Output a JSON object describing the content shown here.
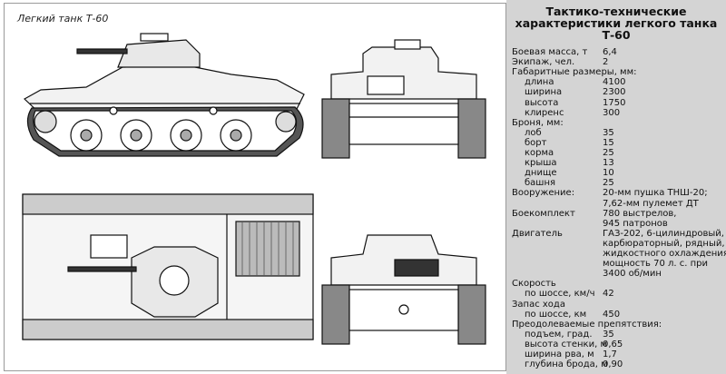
{
  "drawing": {
    "caption": "Легкий танк Т-60"
  },
  "specs": {
    "title_lines": [
      "Тактико-технические",
      "характеристики легкого танка",
      "Т-60"
    ],
    "rows": [
      {
        "label": "Боевая масса, т",
        "value": "6,4"
      },
      {
        "label": "Экипаж, чел.",
        "value": "2"
      },
      {
        "label": "Габаритные размеры, мм:",
        "value": ""
      },
      {
        "label": "длина",
        "value": "4100",
        "sub": true
      },
      {
        "label": "ширина",
        "value": "2300",
        "sub": true
      },
      {
        "label": "высота",
        "value": "1750",
        "sub": true
      },
      {
        "label": "клиренс",
        "value": "300",
        "sub": true
      },
      {
        "label": "Броня, мм:",
        "value": ""
      },
      {
        "label": "лоб",
        "value": "35",
        "sub": true
      },
      {
        "label": "борт",
        "value": "15",
        "sub": true
      },
      {
        "label": "корма",
        "value": "25",
        "sub": true
      },
      {
        "label": "крыша",
        "value": "13",
        "sub": true
      },
      {
        "label": "днище",
        "value": "10",
        "sub": true
      },
      {
        "label": "башня",
        "value": "25",
        "sub": true
      },
      {
        "label": "Вооружение:",
        "value": "20-мм пушка ТНШ-20;"
      },
      {
        "label": "",
        "value": "7,62-мм пулемет ДТ"
      },
      {
        "label": "Боекомплект",
        "value": "780 выстрелов,"
      },
      {
        "label": "",
        "value": "945 патронов"
      },
      {
        "label": "Двигатель",
        "value": "ГАЗ-202, 6-цилиндровый,"
      },
      {
        "label": "",
        "value": "карбюраторный, рядный,"
      },
      {
        "label": "",
        "value": "жидкостного охлаждения,"
      },
      {
        "label": "",
        "value": "мощность 70 л. с. при"
      },
      {
        "label": "",
        "value": "3400 об/мин"
      },
      {
        "label": "Скорость",
        "value": ""
      },
      {
        "label": "по шоссе, км/ч",
        "value": "42",
        "sub": true
      },
      {
        "label": "Запас хода",
        "value": ""
      },
      {
        "label": "по шоссе, км",
        "value": "450",
        "sub": true
      },
      {
        "label": "Преодолеваемые препятствия:",
        "value": ""
      },
      {
        "label": "подъем, град.",
        "value": "35",
        "sub": true
      },
      {
        "label": "высота стенки, м",
        "value": "0,65",
        "sub": true
      },
      {
        "label": "ширина рва, м",
        "value": "1,7",
        "sub": true
      },
      {
        "label": "глубина брода, м",
        "value": "0,90",
        "sub": true
      }
    ]
  }
}
